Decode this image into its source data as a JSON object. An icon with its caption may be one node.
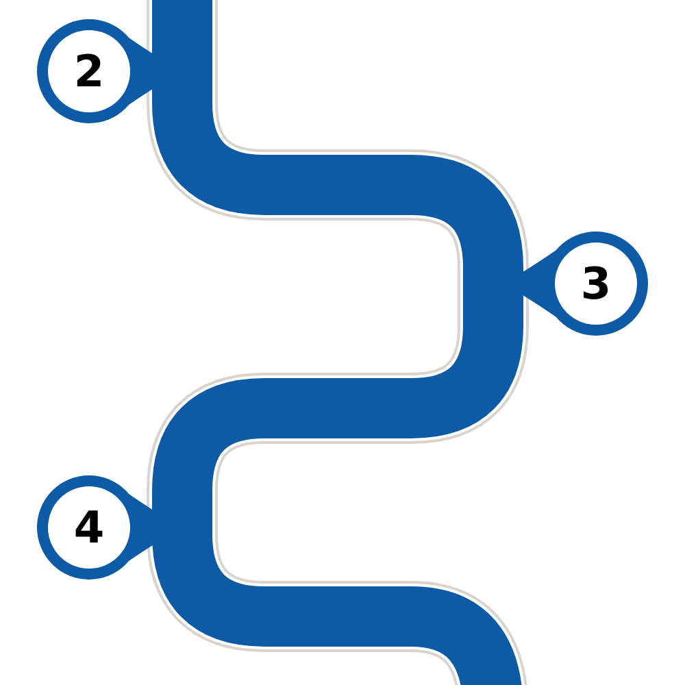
{
  "diagram": {
    "nodes": [
      {
        "text": [
          "2"
        ]
      },
      {
        "text": [
          "3"
        ]
      },
      {
        "text": [
          "4"
        ]
      }
    ]
  }
}
